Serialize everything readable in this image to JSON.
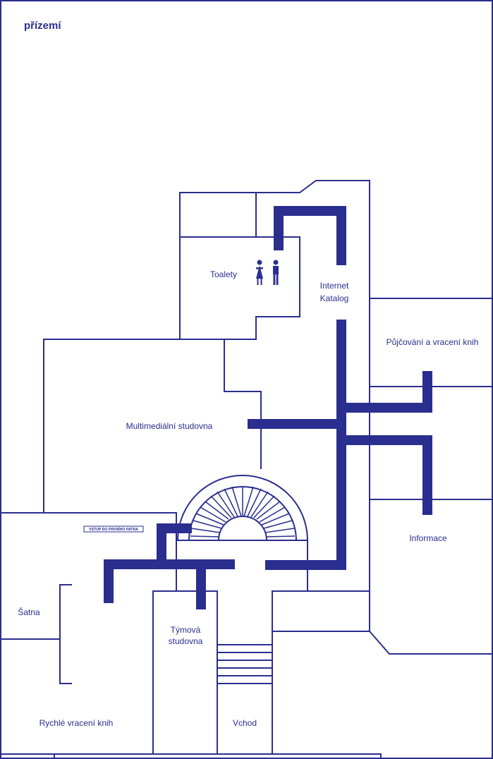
{
  "colors": {
    "ink": "#2a2e8e",
    "background": "#ffffff"
  },
  "floor": {
    "title": "přízemí"
  },
  "rooms": {
    "toalety": "Toalety",
    "internet_katalog_line1": "Internet",
    "internet_katalog_line2": "Katalog",
    "pujcovani": "Půjčování a vracení knih",
    "multimedialni": "Multimediální studovna",
    "informace": "Informace",
    "satna": "Šatna",
    "tymova_line1": "Týmová",
    "tymova_line2": "studovna",
    "rychle_vraceni": "Rychlé vracení knih",
    "vchod": "Vchod"
  },
  "signs": {
    "vstup_prvni_patro": "VSTUP DO PRVNÍHO PATRA"
  },
  "icons": {
    "restroom": "restroom-woman-man-icon"
  }
}
